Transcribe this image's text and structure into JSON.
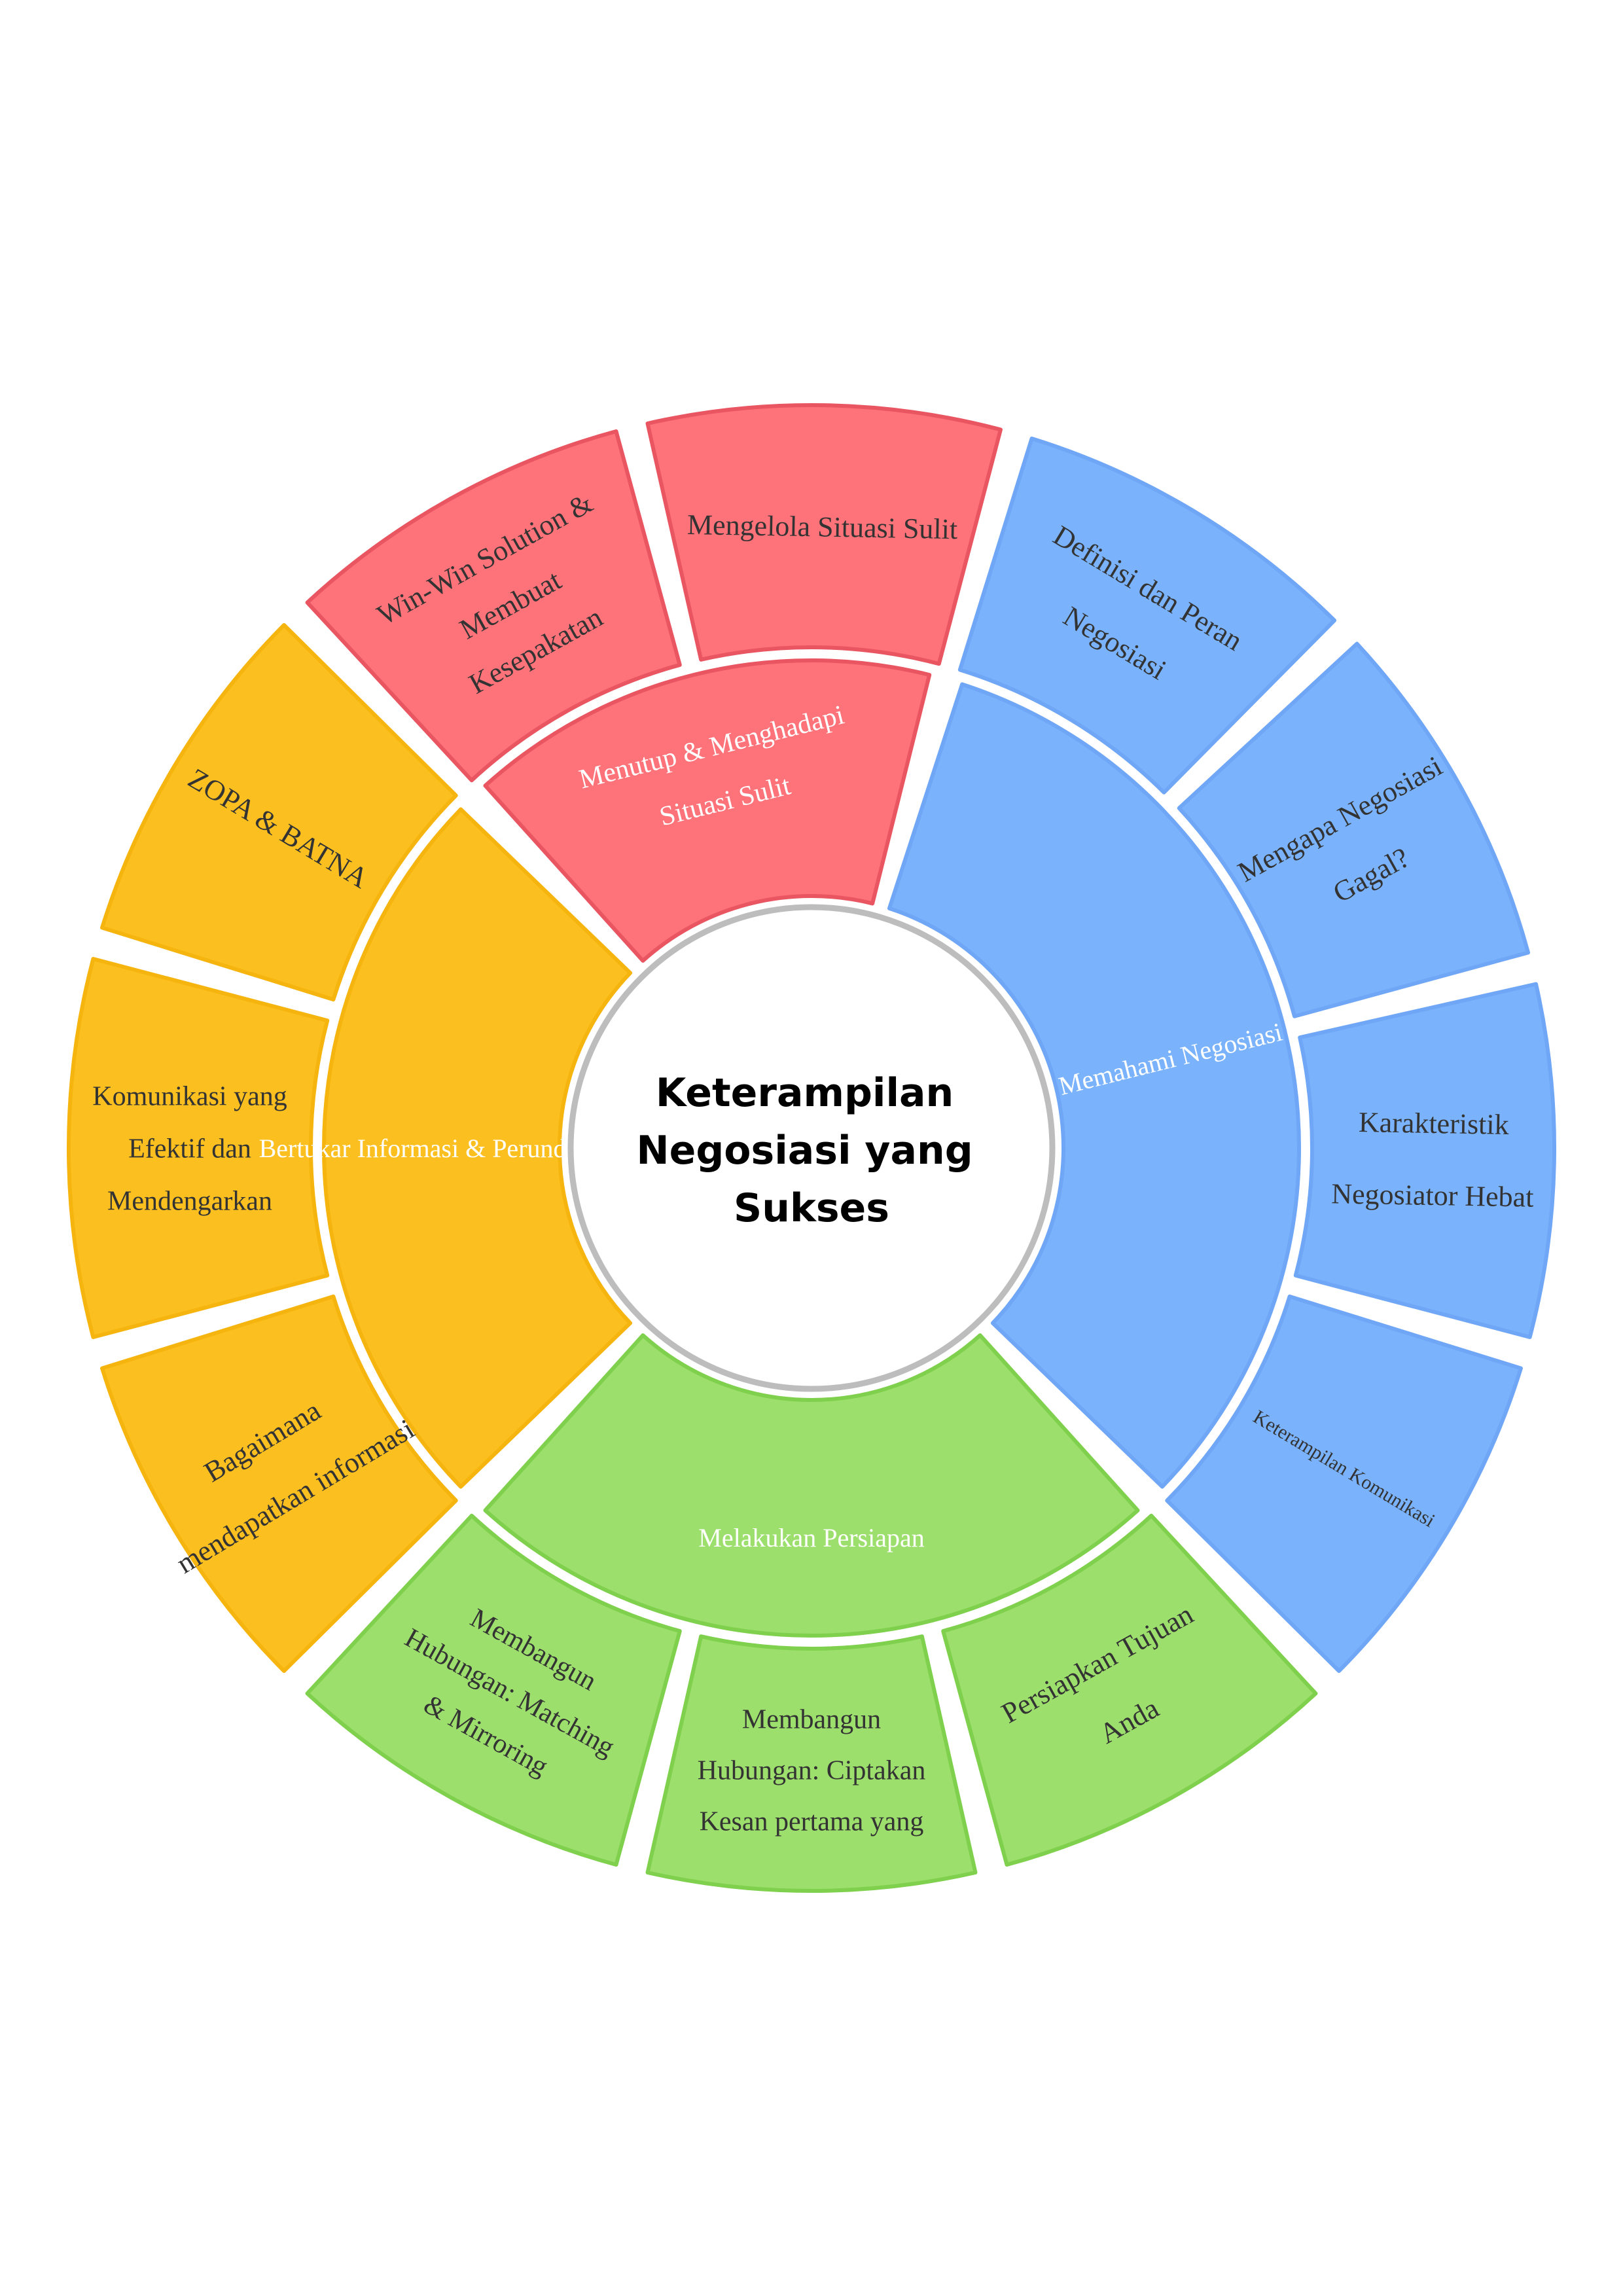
{
  "title_lines": [
    "Keterampilan",
    "Negosiasi yang",
    "Sukses"
  ],
  "colors": {
    "blue": {
      "fill": "#7ab3fc",
      "stroke": "#6fa6f5"
    },
    "green": {
      "fill": "#9ddf6c",
      "stroke": "#7fd04c"
    },
    "yellow": {
      "fill": "#fbc020",
      "stroke": "#f5b40e"
    },
    "red": {
      "fill": "#fe7279",
      "stroke": "#e95560"
    },
    "center_stroke": "#bdbdbd"
  },
  "groups": [
    {
      "color": "blue",
      "inner_label": [
        "Memahami Negosiasi"
      ],
      "outer": [
        {
          "lines": [
            "Definisi dan Peran",
            "Negosiasi"
          ]
        },
        {
          "lines": [
            "Mengapa Negosiasi",
            "Gagal?"
          ]
        },
        {
          "lines": [
            "Karakteristik",
            "Negosiator Hebat"
          ]
        },
        {
          "lines": [
            "Keterampilan Komunikasi"
          ]
        }
      ]
    },
    {
      "color": "green",
      "inner_label": [
        "Melakukan Persiapan"
      ],
      "outer": [
        {
          "lines": [
            "Persiapkan Tujuan",
            "Anda"
          ]
        },
        {
          "lines": [
            "Membangun",
            "Hubungan: Ciptakan",
            "Kesan pertama yang"
          ]
        },
        {
          "lines": [
            "Membangun",
            "Hubungan: Matching",
            "& Mirroring"
          ]
        }
      ]
    },
    {
      "color": "yellow",
      "inner_label": [
        "Bertukar Informasi & Perundingan"
      ],
      "outer": [
        {
          "lines": [
            "Bagaimana",
            "mendapatkan informasi"
          ]
        },
        {
          "lines": [
            "Komunikasi yang",
            "Efektif dan",
            "Mendengarkan"
          ]
        },
        {
          "lines": [
            "ZOPA & BATNA"
          ]
        }
      ]
    },
    {
      "color": "red",
      "inner_label": [
        "Menutup & Menghadapi",
        "Situasi Sulit"
      ],
      "outer": [
        {
          "lines": [
            "Win-Win Solution &",
            "Membuat",
            "Kesepakatan"
          ]
        },
        {
          "lines": [
            "Mengelola Situasi Sulit"
          ]
        }
      ]
    }
  ]
}
